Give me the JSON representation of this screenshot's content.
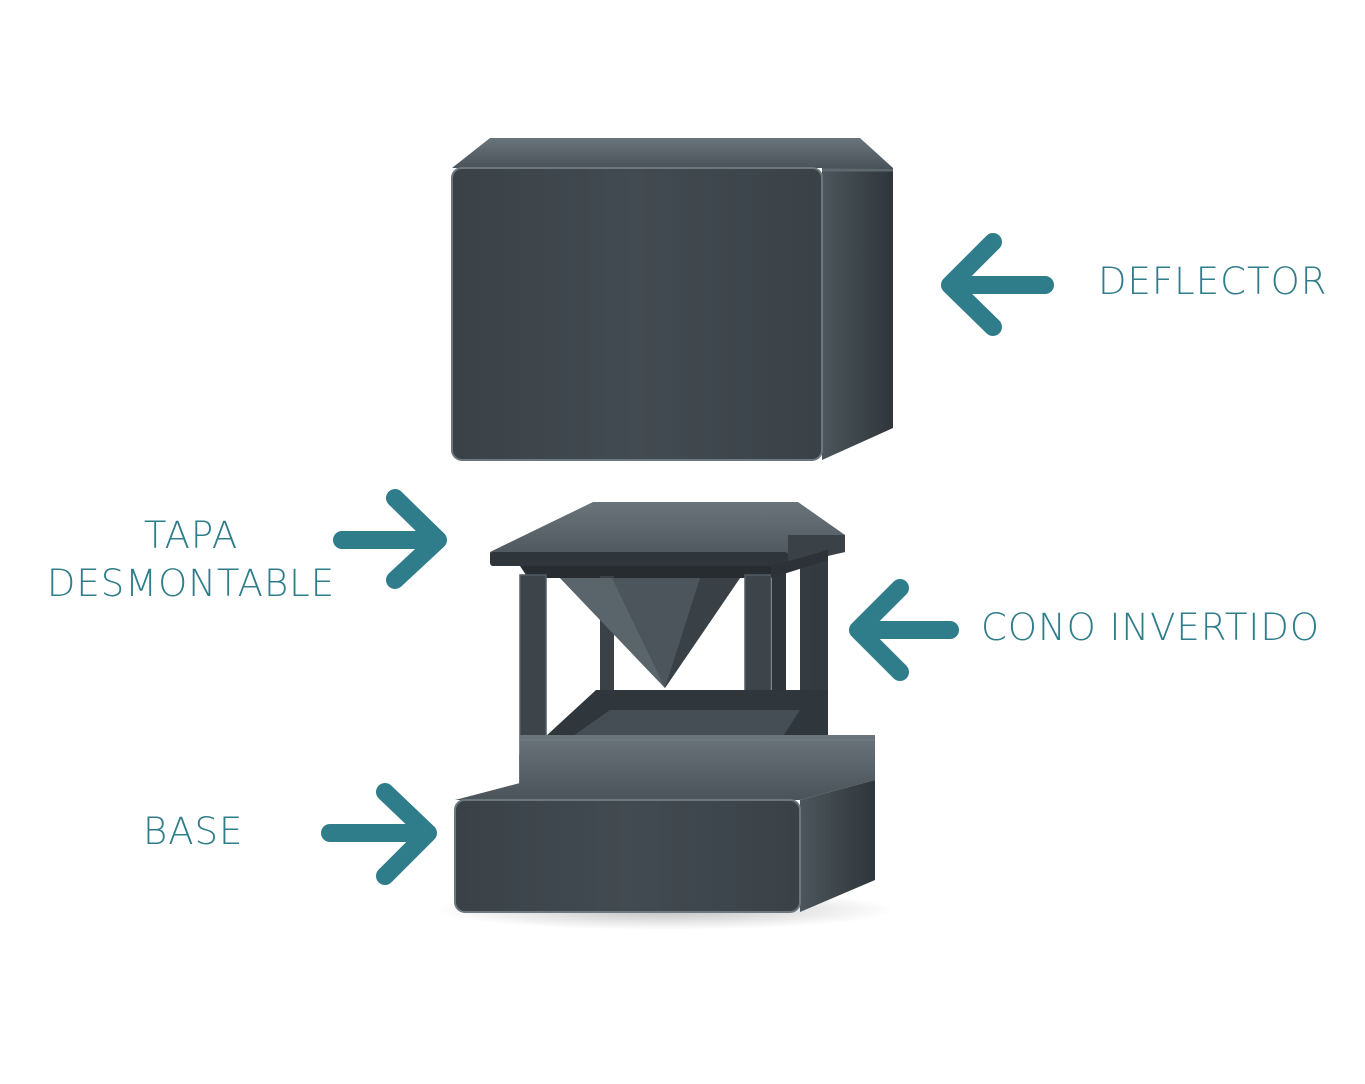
{
  "colors": {
    "accent": "#2f7d8a",
    "object": "#3f474d",
    "object_dark": "#2c3338",
    "object_light": "#5b656c",
    "background": "#ffffff"
  },
  "labels": {
    "deflector": "DEFLECTOR",
    "tapa_line1": "TAPA",
    "tapa_line2": "DESMONTABLE",
    "cono": "CONO INVERTIDO",
    "base": "BASE"
  },
  "arrows": [
    {
      "name": "deflector-arrow-icon",
      "direction": "left"
    },
    {
      "name": "tapa-arrow-icon",
      "direction": "right"
    },
    {
      "name": "cono-arrow-icon",
      "direction": "left"
    },
    {
      "name": "base-arrow-icon",
      "direction": "right"
    }
  ]
}
